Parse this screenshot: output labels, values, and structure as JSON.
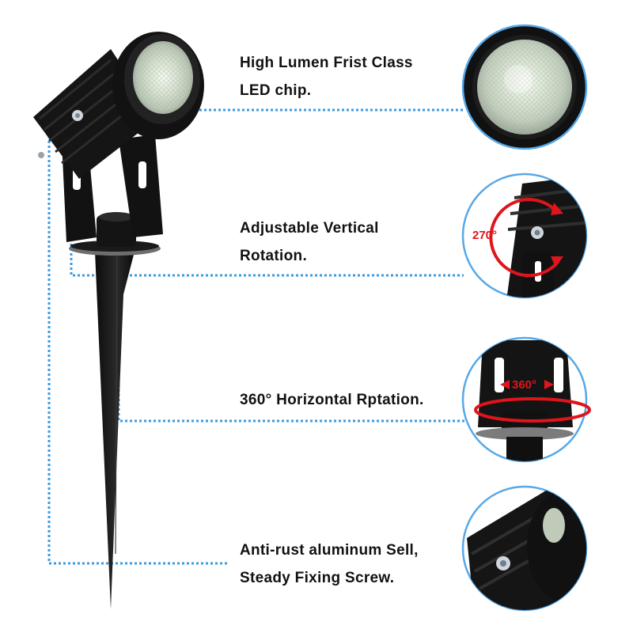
{
  "features": [
    {
      "lines": [
        "High Lumen Frist Class",
        "LED chip."
      ]
    },
    {
      "lines": [
        "Adjustable Vertical",
        "Rotation."
      ]
    },
    {
      "lines": [
        "360° Horizontal Rptation."
      ]
    },
    {
      "lines": [
        "Anti-rust aluminum Sell,",
        "Steady Fixing Screw."
      ]
    }
  ],
  "detail_labels": {
    "vertical_angle": "270°",
    "horizontal_angle": "360°"
  },
  "colors": {
    "leader_line": "#3b9be0",
    "circle_border": "#56a8e8",
    "arrow_red": "#e0141b",
    "lamp_body": "#141414"
  }
}
